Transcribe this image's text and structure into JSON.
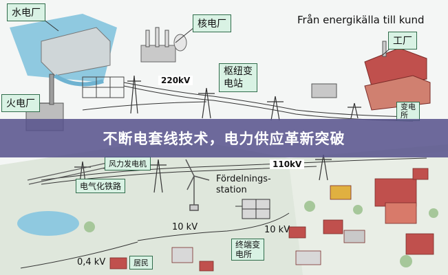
{
  "labels": {
    "hydro_plant": "水电厂",
    "nuclear_plant": "核电厂",
    "thermal_plant": "火电厂",
    "factory": "工厂",
    "hub_substation": "枢纽变\n电站",
    "from_energy_source": "Från energikälla till kund",
    "kv_220": "220kV",
    "kv_110": "110kV",
    "transformer_station": "变电\n所",
    "wind_power": "风力发电机",
    "electrified_railway": "电气化铁路",
    "distribution_station": "Fördelnings-\nstation",
    "kv_10_left": "10 kV",
    "kv_10_right": "10 kV",
    "terminal_substation": "终端变\n电所",
    "kv_04": "0,4 kV",
    "residents": "居民"
  },
  "banner": {
    "title": "不断电套线技术，电力供应革新突破"
  },
  "colors": {
    "label_fill": "#d9f2e4",
    "banner_bg": "#56528c",
    "water": "#8fc9e0",
    "roof": "#c0504d",
    "grass": "#a6c79a"
  }
}
